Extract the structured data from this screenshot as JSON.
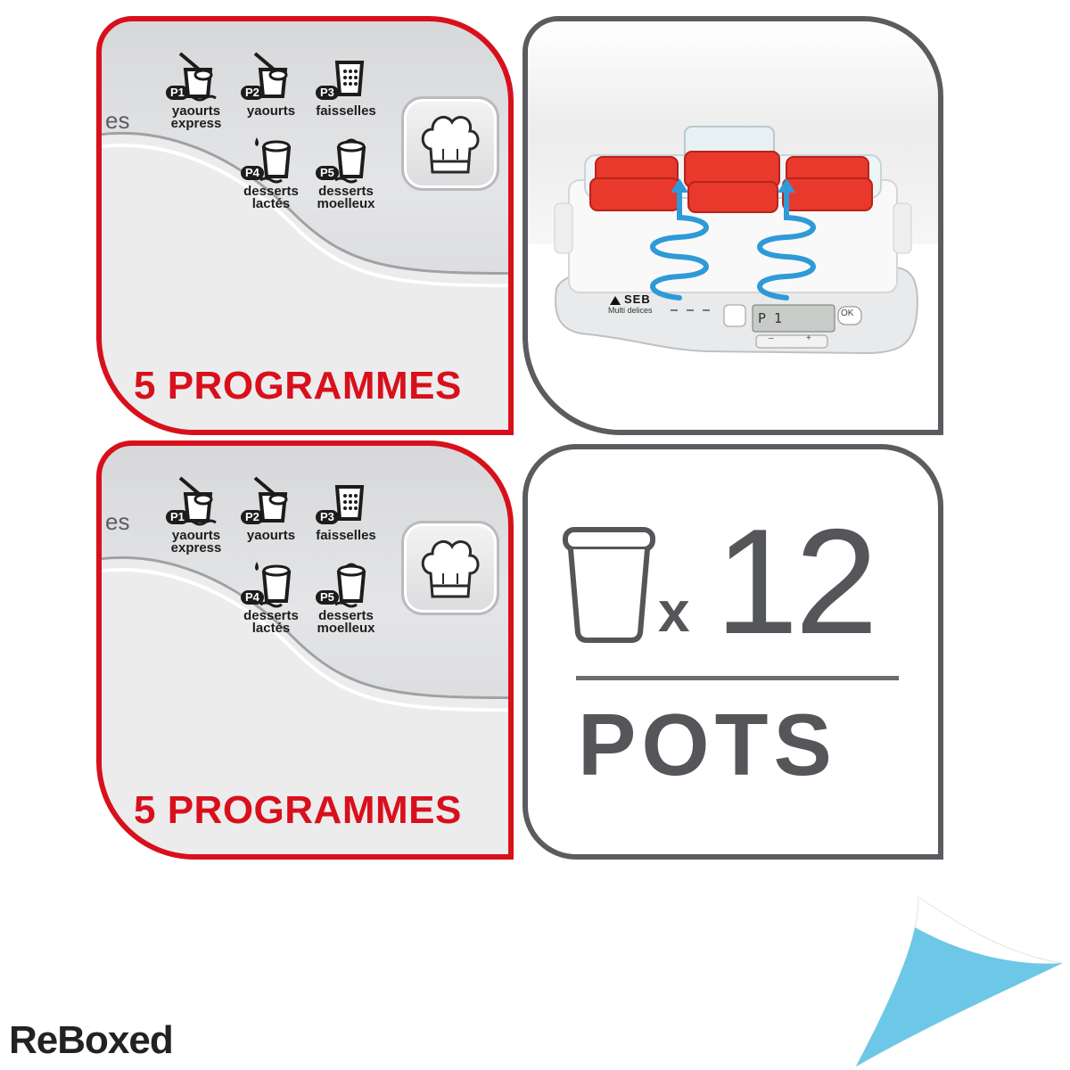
{
  "programs_panel": {
    "brand_fragment": "es",
    "programs": [
      {
        "code": "P1",
        "label": "yaourts\nexpress",
        "icon": "yogurt-spoon-icon"
      },
      {
        "code": "P2",
        "label": "yaourts",
        "icon": "yogurt-spoon-icon"
      },
      {
        "code": "P3",
        "label": "faisselles",
        "icon": "strainer-pot-icon"
      },
      {
        "code": "P4",
        "label": "desserts\nlactés",
        "icon": "milk-dessert-icon"
      },
      {
        "code": "P5",
        "label": "desserts\nmoelleux",
        "icon": "cake-dessert-icon"
      }
    ],
    "chef_button_icon": "chef-hat-icon",
    "title": "5 PROGRAMMES"
  },
  "product_photo": {
    "brand": "SEB",
    "model": "Multi delices",
    "display_text": "P 1",
    "ok_label": "OK",
    "minus_label": "–",
    "plus_label": "+"
  },
  "pots_panel": {
    "times": "x",
    "count": "12",
    "label": "POTS",
    "icon": "pot-icon"
  },
  "footer": {
    "logo_text": "ReBoxed",
    "curl_icon": "page-curl-icon"
  },
  "colors": {
    "accent_red": "#d8101c",
    "panel_gray": "#5b5c5f",
    "text_gray": "#555659",
    "steam_blue": "#2e9ad8",
    "curl_blue": "#6cc8e6"
  }
}
